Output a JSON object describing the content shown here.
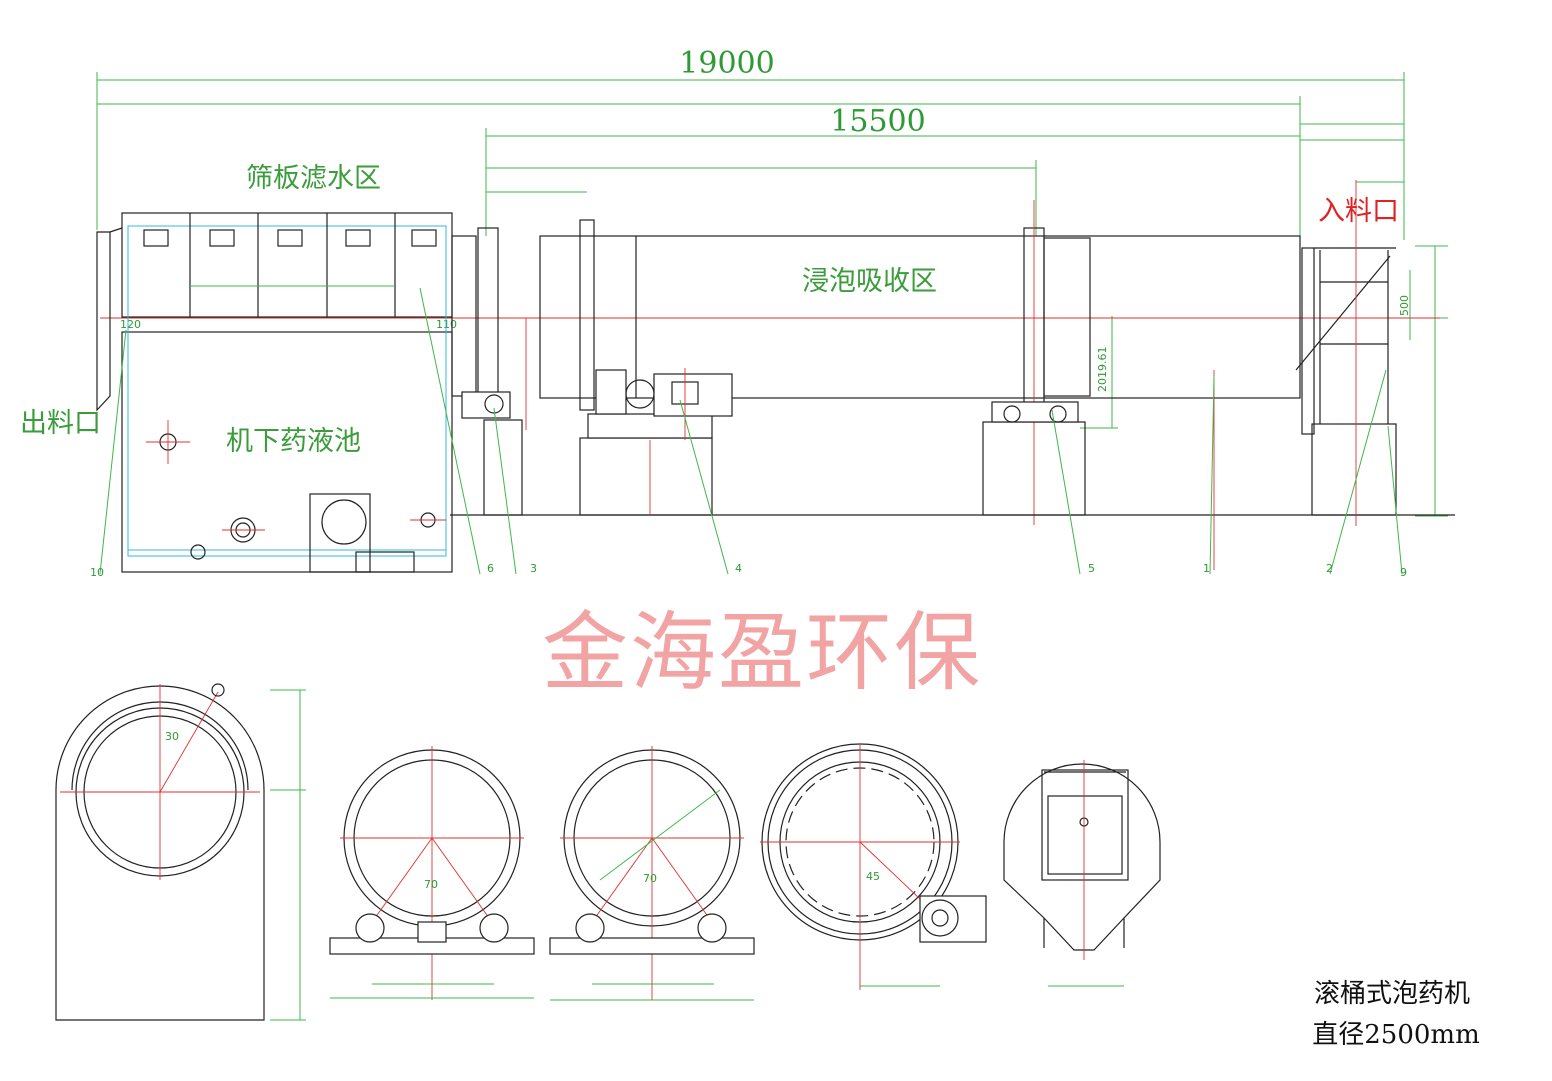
{
  "dimensions": {
    "overall_length": "19000",
    "drum_length": "15500",
    "height_label": "2019.61",
    "small_a": "500",
    "small_b": "120",
    "small_c": "110"
  },
  "zones": {
    "screen_zone": "筛板滤水区",
    "soak_zone": "浸泡吸收区",
    "tank_zone": "机下药液池",
    "outlet": "出料口",
    "inlet": "入料口"
  },
  "part_tags": [
    "10",
    "6",
    "3",
    "4",
    "5",
    "1",
    "2",
    "9"
  ],
  "angles": [
    "30",
    "70",
    "70",
    "45"
  ],
  "watermark": "金海盈环保",
  "caption": {
    "line1": "滚桶式泡药机",
    "line2": "直径2500mm"
  },
  "colors": {
    "outline": "#222222",
    "dimension": "#3fb84a",
    "centerline": "#e03030",
    "hidden": "#33b8d8",
    "watermark": "#f2a3a3",
    "inlet_text": "#e02222"
  }
}
